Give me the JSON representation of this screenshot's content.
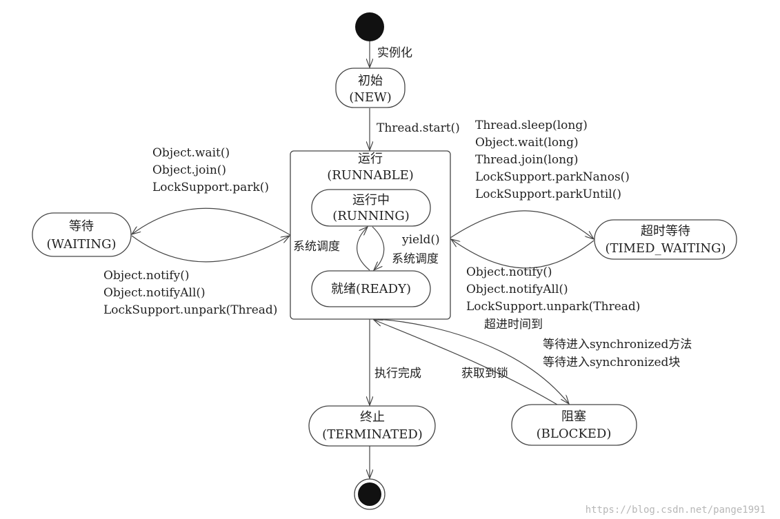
{
  "states": {
    "new": {
      "name": "初始",
      "code": "(NEW)"
    },
    "runnable": {
      "name": "运行",
      "code": "(RUNNABLE)"
    },
    "running": {
      "name": "运行中",
      "code": "(RUNNING)"
    },
    "ready": {
      "name": "就绪(READY)"
    },
    "waiting": {
      "name": "等待",
      "code": "(WAITING)"
    },
    "timed_waiting": {
      "name": "超时等待",
      "code": "(TIMED_WAITING)"
    },
    "terminated": {
      "name": "终止",
      "code": "(TERMINATED)"
    },
    "blocked": {
      "name": "阻塞",
      "code": "(BLOCKED)"
    }
  },
  "transitions": {
    "instantiate": "实例化",
    "start": "Thread.start()",
    "to_waiting": [
      "Object.wait()",
      "Object.join()",
      "LockSupport.park()"
    ],
    "from_waiting": [
      "Object.notify()",
      "Object.notifyAll()",
      "LockSupport.unpark(Thread)"
    ],
    "to_timed": [
      "Thread.sleep(long)",
      "Object.wait(long)",
      "Thread.join(long)",
      "LockSupport.parkNanos()",
      "LockSupport.parkUntil()"
    ],
    "from_timed": [
      "Object.notify()",
      "Object.notifyAll()",
      "LockSupport.unpark(Thread)",
      "超进时间到"
    ],
    "schedule_up": "系统调度",
    "yield": "yield()",
    "schedule_down": "系统调度",
    "to_blocked": [
      "等待进入synchronized方法",
      "等待进入synchronized块"
    ],
    "from_blocked": "获取到锁",
    "complete": "执行完成"
  },
  "watermark": "https://blog.csdn.net/pange1991",
  "colors": {
    "stroke": "#444444",
    "text": "#222222",
    "watermark": "#b7b7b7"
  }
}
